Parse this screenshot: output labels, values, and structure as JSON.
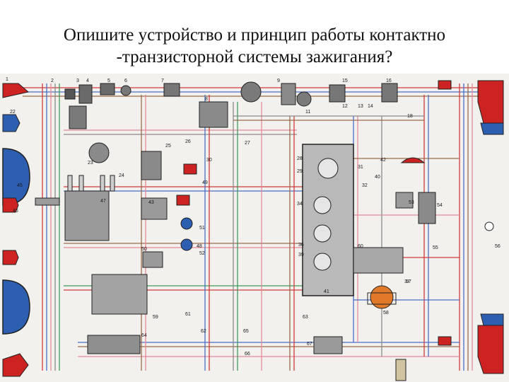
{
  "slide": {
    "title_line1": "Опишите устройство и принцип работы контактно",
    "title_line2": "-транзисторной системы зажигания?"
  },
  "diagram": {
    "callouts": [
      "1",
      "2",
      "3",
      "4",
      "5",
      "6",
      "7",
      "8",
      "9",
      "11",
      "12",
      "13",
      "14",
      "15",
      "16",
      "18",
      "22",
      "23",
      "24",
      "25",
      "26",
      "27",
      "28",
      "29",
      "30",
      "31",
      "32",
      "34",
      "36",
      "37",
      "39",
      "40",
      "41",
      "42",
      "43",
      "45",
      "46",
      "47",
      "48",
      "49",
      "50",
      "51",
      "52",
      "53",
      "54",
      "55",
      "56",
      "57",
      "58",
      "59",
      "60",
      "61",
      "62",
      "63",
      "64",
      "65",
      "66",
      "67"
    ],
    "colors": {
      "wire_red": "#d23b3b",
      "wire_pink": "#e58a9a",
      "wire_blue": "#4a6fc9",
      "wire_brown": "#9b6b4b",
      "wire_grey": "#8a8a8a",
      "wire_green": "#3f9a5a",
      "panel_grey": "#b9b9b9",
      "lamp_red": "#cc2222",
      "lamp_blue": "#2d5fb0",
      "heater_orange": "#e07a2a"
    }
  }
}
